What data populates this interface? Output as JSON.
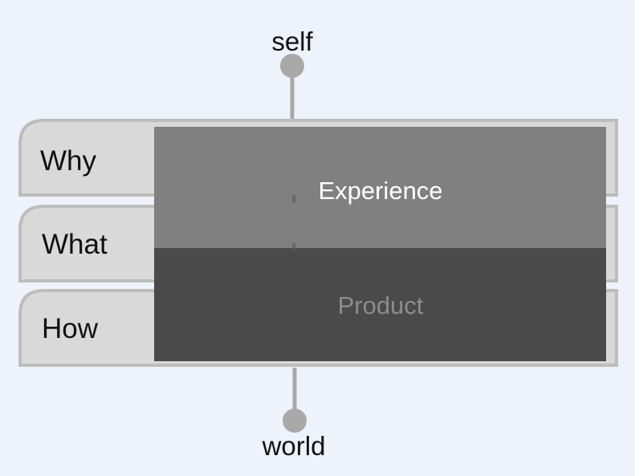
{
  "axis": {
    "top_label": "self",
    "bottom_label": "world"
  },
  "rows": [
    {
      "label": "Why"
    },
    {
      "label": "What"
    },
    {
      "label": "How"
    }
  ],
  "overlays": {
    "experience_label": "Experience",
    "product_label": "Product"
  },
  "colors": {
    "background": "#eef2fa",
    "row_fill": "#d9d9d9",
    "row_stroke": "#bdbdbd",
    "axis": "#a9a9a9",
    "experience_fill": "#808080",
    "product_fill": "#4a4a4a",
    "experience_text": "#ffffff",
    "product_text": "#8c8c8c"
  }
}
